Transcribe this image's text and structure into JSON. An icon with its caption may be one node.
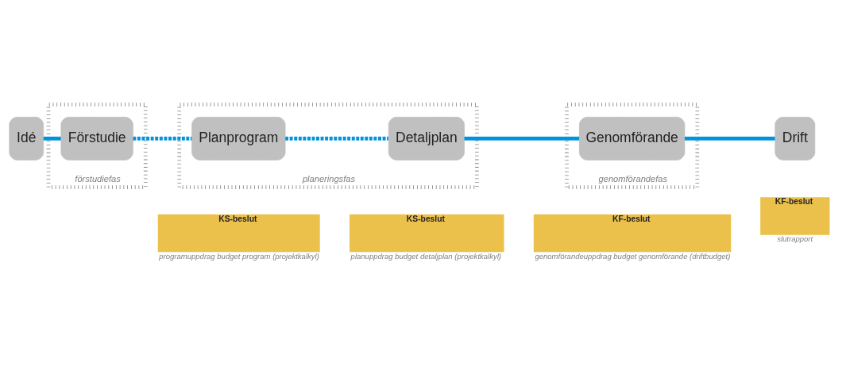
{
  "diagram": {
    "nodes": [
      {
        "text": [
          "Idé"
        ]
      },
      {
        "text": [
          "förstudiefas"
        ]
      },
      {
        "text": [
          "Förstudie"
        ],
        "in": 1
      },
      {
        "text": [
          "planeringsfas"
        ]
      },
      {
        "text": [
          "Planprogram"
        ],
        "in": 3
      },
      {
        "text": [
          "Detaljplan"
        ],
        "in": 3
      },
      {
        "text": [
          "genomförandefas"
        ]
      },
      {
        "text": [
          "Genomförande"
        ],
        "in": 6
      },
      {
        "text": [
          "Drift"
        ]
      },
      {
        "text": [
          "KS-beslut"
        ],
        "beside": [
          "programuppdrag budget program (projektkalkyl)"
        ]
      },
      {
        "text": [
          "KS-beslut"
        ],
        "beside": [
          "planuppdrag budget detaljplan (projektkalkyl)"
        ]
      },
      {
        "text": [
          "KF-beslut"
        ],
        "beside": [
          "genomförandeuppdrag budget genomförande (driftbudget)"
        ]
      },
      {
        "text": [
          "KF-beslut"
        ],
        "beside": [
          "slutrapport"
        ]
      }
    ],
    "edges": [
      {
        "from": 0,
        "to": 2,
        "arrow": "none"
      },
      {
        "from": 2,
        "to": 4,
        "arrow": "none",
        "style": "dashed"
      },
      {
        "from": 4,
        "to": 5,
        "arrow": "none",
        "style": "dashed"
      },
      {
        "from": 5,
        "to": 7,
        "arrow": "none"
      },
      {
        "from": 7,
        "to": 8,
        "arrow": "none"
      }
    ]
  }
}
